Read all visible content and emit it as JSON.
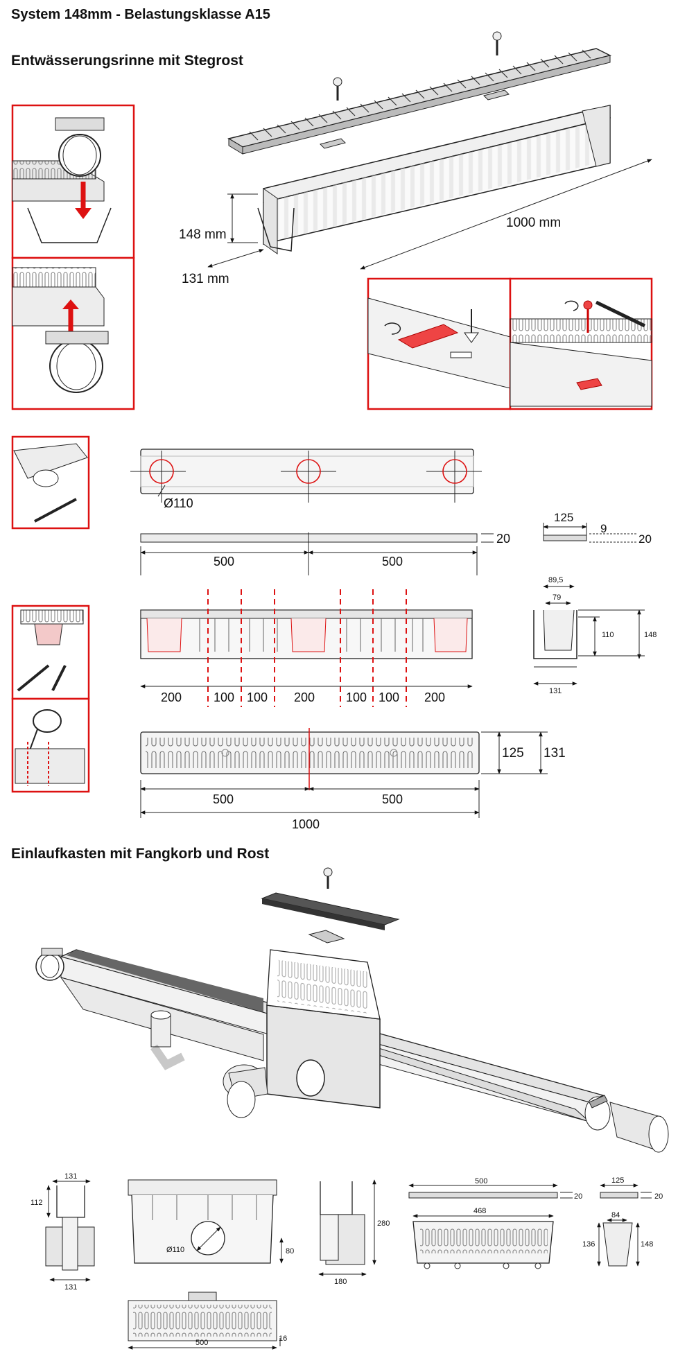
{
  "headings": {
    "title": "System 148mm - Belastungsklasse A15",
    "section_channel": "Entwässerungsrinne mit Stegrost",
    "section_box": "Einlaufkasten mit Fangkorb und Rost"
  },
  "iso_channel": {
    "height": "148 mm",
    "width": "131 mm",
    "length": "1000 mm"
  },
  "plan_view": {
    "hole_diameter": "Ø110"
  },
  "side_view": {
    "half_left": "500",
    "half_right": "500",
    "thickness": "20"
  },
  "cross_section_small": {
    "width": "125",
    "gap": "9",
    "thickness": "20"
  },
  "inner_dims": {
    "outer": "89,5",
    "inner": "79",
    "inner_height": "110",
    "height": "148",
    "base": "131"
  },
  "segments": [
    "200",
    "100",
    "100",
    "200",
    "100",
    "100",
    "200"
  ],
  "grate_view": {
    "width_inner": "125",
    "width_outer": "131",
    "half_left": "500",
    "half_right": "500",
    "total": "1000"
  },
  "box_dims": {
    "a_width": "131",
    "a_height": "112",
    "a_base": "131",
    "b_diameter": "Ø110",
    "b_height": "80",
    "c_height": "280",
    "c_base": "180",
    "d_length": "500",
    "d_thickness": "20",
    "e_length": "468",
    "f_width": "125",
    "f_thickness": "20",
    "g_top": "84",
    "g_left": "136",
    "g_right": "148",
    "h_length": "500",
    "h_thickness": "16"
  }
}
